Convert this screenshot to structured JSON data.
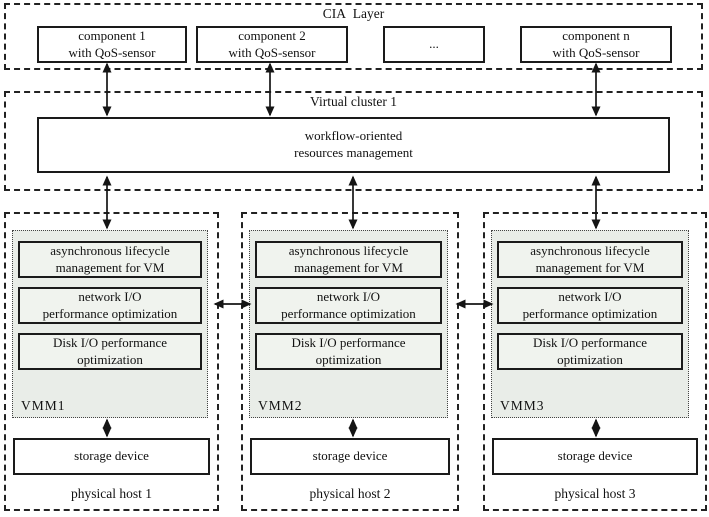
{
  "cia_layer": {
    "title": "CIA  Layer",
    "components": [
      {
        "label": "component 1\nwith QoS-sensor"
      },
      {
        "label": "component 2\nwith QoS-sensor"
      },
      {
        "label": "..."
      },
      {
        "label": "component n\nwith QoS-sensor"
      }
    ]
  },
  "virtual_cluster": {
    "title": "Virtual cluster 1",
    "workflow_box_label": "workflow-oriented\nresources management"
  },
  "hosts": [
    {
      "vmm_label": "VMM1",
      "modules": [
        {
          "label": "asynchronous lifecycle\nmanagement for VM"
        },
        {
          "label": "network I/O\nperformance optimization"
        },
        {
          "label": "Disk I/O performance\noptimization"
        }
      ],
      "storage_label": "storage device",
      "host_label": "physical host 1"
    },
    {
      "vmm_label": "VMM2",
      "modules": [
        {
          "label": "asynchronous lifecycle\nmanagement for VM"
        },
        {
          "label": "network I/O\nperformance optimization"
        },
        {
          "label": "Disk I/O performance\noptimization"
        }
      ],
      "storage_label": "storage device",
      "host_label": "physical host 2"
    },
    {
      "vmm_label": "VMM3",
      "modules": [
        {
          "label": "asynchronous lifecycle\nmanagement for VM"
        },
        {
          "label": "network I/O\nperformance optimization"
        },
        {
          "label": "Disk I/O performance\noptimization"
        }
      ],
      "storage_label": "storage device",
      "host_label": "physical host 3"
    }
  ],
  "colors": {
    "line": "#151515",
    "vmm_background": "#e9ede8",
    "module_background": "#f0f3ee",
    "box_background": "#ffffff"
  }
}
